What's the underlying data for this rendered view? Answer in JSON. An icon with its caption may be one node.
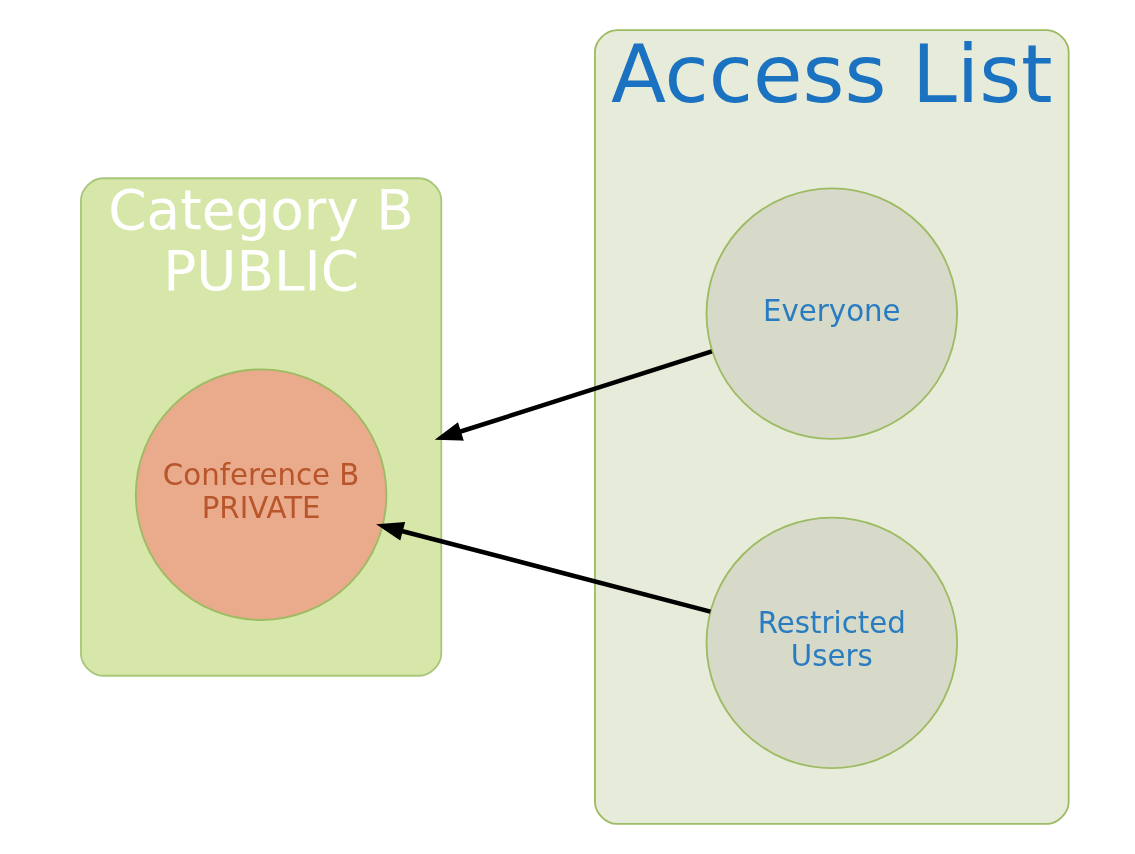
{
  "diagram": {
    "nodes": [
      {
        "text": [
          "Category B PUBLIC"
        ]
      },
      {
        "text": [
          "Conference B PRIVATE"
        ],
        "in": 0
      },
      {
        "text": [
          "Access List"
        ]
      },
      {
        "text": [
          "Everyone"
        ],
        "in": 2
      },
      {
        "text": [
          "Restricted Users"
        ],
        "in": 2
      }
    ],
    "edges": [
      {
        "from": 3,
        "to": 0,
        "arrow": "to"
      },
      {
        "from": 4,
        "to": 1,
        "arrow": "to"
      }
    ]
  }
}
